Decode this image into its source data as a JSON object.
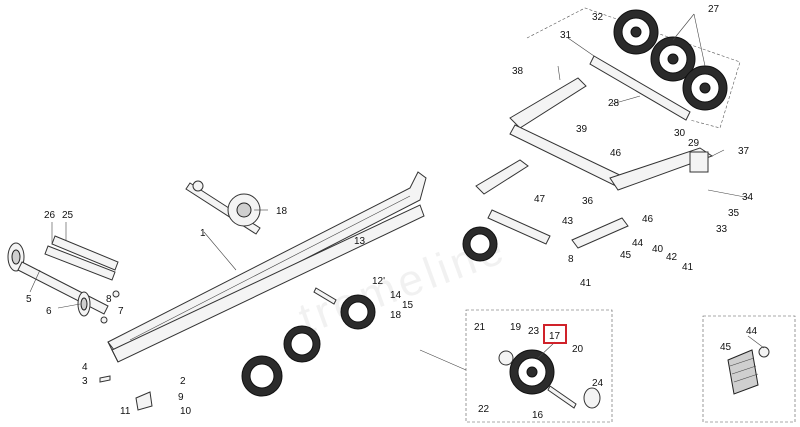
{
  "watermark": "tremeline",
  "highlight_color": "#d0222a",
  "highlighted_part": "17",
  "callouts": {
    "c32": "32",
    "c27": "27",
    "c31": "31",
    "c38": "38",
    "c28": "28",
    "c30": "30",
    "c29": "29",
    "c39": "39",
    "c37": "37",
    "c46a": "46",
    "c34": "34",
    "c36": "36",
    "c35": "35",
    "c47": "47",
    "c46b": "46",
    "c33": "33",
    "c43": "43",
    "c40": "40",
    "c44a": "44",
    "c42": "42",
    "c45a": "45",
    "c41a": "41",
    "c8a": "8",
    "c41b": "41",
    "c18a": "18",
    "c26": "26",
    "c25": "25",
    "c1": "1",
    "c13": "13",
    "c12": "12'",
    "c14": "14",
    "c15": "15",
    "c5": "5",
    "c8b": "8",
    "c6": "6",
    "c7": "7",
    "c18b": "18",
    "c21": "21",
    "c19": "19",
    "c23": "23",
    "c17": "17",
    "c20": "20",
    "c44b": "44",
    "c45b": "45",
    "c4": "4",
    "c3": "3",
    "c2": "2",
    "c9": "9",
    "c11": "11",
    "c10": "10",
    "c22": "22",
    "c16": "16",
    "c24": "24"
  }
}
